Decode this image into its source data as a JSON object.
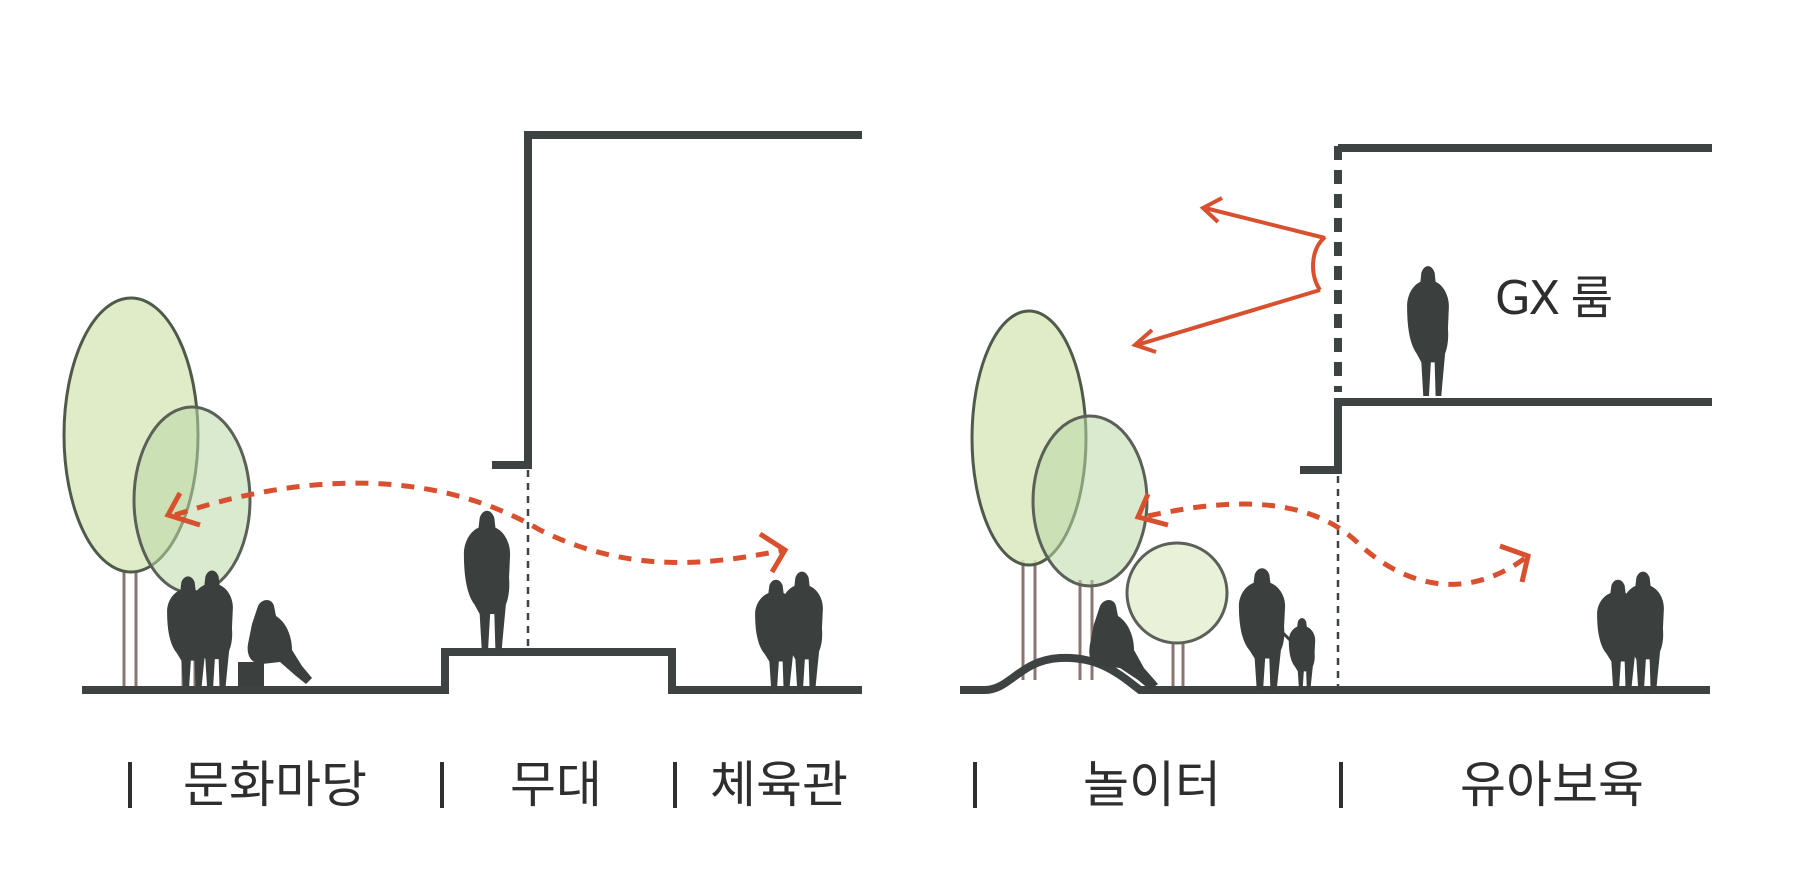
{
  "labels": {
    "left": [
      "문화마당",
      "무대",
      "체육관"
    ],
    "right": [
      "놀이터",
      "유아보육"
    ],
    "room": "GX 룸"
  },
  "colors": {
    "structure": "#3d4342",
    "arrow": "#d9502f",
    "tree_light": "#dbe8bd",
    "tree_mid": "#c5e0b8",
    "tree_pale": "#e9f1d8",
    "tree_outline": "#4e5a4a",
    "trunk": "#8a7670",
    "person": "#3b403f"
  }
}
